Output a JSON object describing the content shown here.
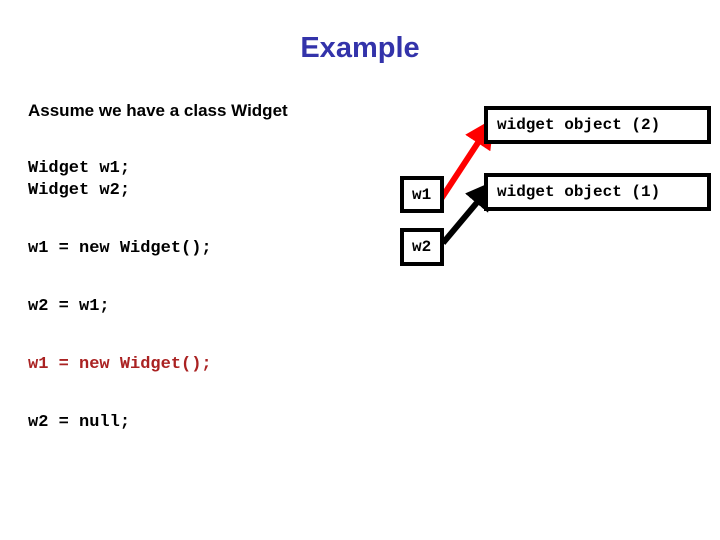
{
  "slide": {
    "title": "Example",
    "title_color": "#3333AA",
    "background": "#ffffff"
  },
  "code_column": {
    "prose": "Assume we have a class Widget",
    "lines": [
      {
        "text": "Widget w1;",
        "color": "#000000"
      },
      {
        "text": "Widget w2;",
        "color": "#000000"
      },
      {
        "text": "w1 = new Widget();",
        "color": "#000000"
      },
      {
        "text": "w2 = w1;",
        "color": "#000000"
      },
      {
        "text": "w1 = new Widget();",
        "color": "#AA2222"
      },
      {
        "text": "w2 = null;",
        "color": "#000000"
      }
    ]
  },
  "diagram": {
    "boxes": {
      "obj2": "widget object (2)",
      "obj1": "widget object (1)",
      "w1": "w1",
      "w2": "w2"
    },
    "arrows": [
      {
        "name": "w1-to-object-2",
        "color": "#FF0000",
        "from": "w1",
        "to": "widget object (2)"
      },
      {
        "name": "w2-to-object-1",
        "color": "#000000",
        "from": "w2",
        "to": "widget object (1)"
      }
    ]
  }
}
